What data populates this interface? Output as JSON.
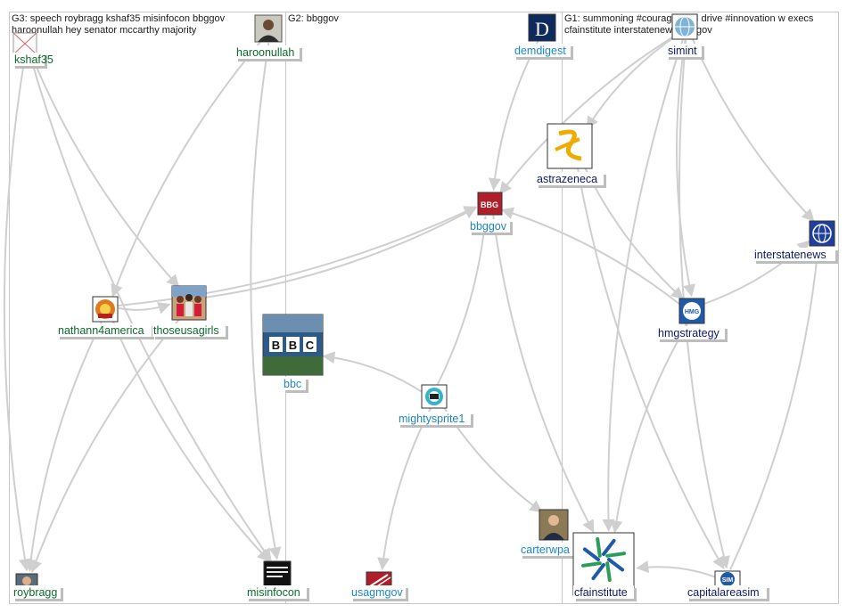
{
  "groups": [
    {
      "id": "g3",
      "label_lines": [
        "G3: speech roybragg kshaf35 misinfocon bbggov",
        "haroonullah hey senator mccarthy majority"
      ]
    },
    {
      "id": "g2",
      "label_lines": [
        "G2: bbggov"
      ]
    },
    {
      "id": "g1",
      "label_lines": [
        "G1: summoning #courage lead drive #innovation w execs",
        "cfainstitute interstatenews bbggov"
      ]
    }
  ],
  "colors": {
    "g1_label": "#0d1a66",
    "g2_label": "#1a86c8",
    "g3_label": "#0b6b28",
    "edge": "#cfcfcf"
  },
  "nodes": [
    {
      "id": "kshaf35",
      "label": "kshaf35",
      "group": "g3",
      "icon": "broken-image-icon"
    },
    {
      "id": "haroonullah",
      "label": "haroonullah",
      "group": "g3",
      "icon": "profile-photo-icon"
    },
    {
      "id": "nathann4america",
      "label": "nathann4america",
      "group": "g3",
      "icon": "seal-logo-icon"
    },
    {
      "id": "thoseusagirls",
      "label": "thoseusagirls",
      "group": "g3",
      "icon": "group-photo-icon"
    },
    {
      "id": "roybragg",
      "label": "roybragg",
      "group": "g3",
      "icon": "profile-photo-icon"
    },
    {
      "id": "misinfocon",
      "label": "misinfocon",
      "group": "g3",
      "icon": "misinfocon-logo-icon"
    },
    {
      "id": "demdigest",
      "label": "demdigest",
      "group": "g2",
      "icon": "d-logo-icon"
    },
    {
      "id": "bbggov",
      "label": "bbggov",
      "group": "g2",
      "icon": "bbg-logo-icon"
    },
    {
      "id": "bbc",
      "label": "bbc",
      "group": "g2",
      "icon": "bbc-logo-icon"
    },
    {
      "id": "mightysprite1",
      "label": "mightysprite1",
      "group": "g2",
      "icon": "cartoon-avatar-icon"
    },
    {
      "id": "carterwpa",
      "label": "carterwpa",
      "group": "g2",
      "icon": "profile-photo-icon"
    },
    {
      "id": "usagmgov",
      "label": "usagmgov",
      "group": "g2",
      "icon": "usagm-logo-icon"
    },
    {
      "id": "simint",
      "label": "simint",
      "group": "g1",
      "icon": "globe-logo-icon"
    },
    {
      "id": "astrazeneca",
      "label": "astrazeneca",
      "group": "g1",
      "icon": "astrazeneca-logo-icon"
    },
    {
      "id": "interstatenews",
      "label": "interstatenews",
      "group": "g1",
      "icon": "globe-grid-logo-icon"
    },
    {
      "id": "hmgstrategy",
      "label": "hmgstrategy",
      "group": "g1",
      "icon": "hmg-logo-icon"
    },
    {
      "id": "cfainstitute",
      "label": "cfainstitute",
      "group": "g1",
      "icon": "cfa-logo-icon"
    },
    {
      "id": "capitalareasim",
      "label": "capitalareasim",
      "group": "g1",
      "icon": "sim-logo-icon"
    }
  ],
  "edges": [
    {
      "from": "kshaf35",
      "to": "roybragg"
    },
    {
      "from": "kshaf35",
      "to": "misinfocon"
    },
    {
      "from": "kshaf35",
      "to": "thoseusagirls"
    },
    {
      "from": "haroonullah",
      "to": "misinfocon"
    },
    {
      "from": "haroonullah",
      "to": "nathann4america"
    },
    {
      "from": "nathann4america",
      "to": "bbggov"
    },
    {
      "from": "nathann4america",
      "to": "thoseusagirls"
    },
    {
      "from": "nathann4america",
      "to": "roybragg"
    },
    {
      "from": "nathann4america",
      "to": "misinfocon"
    },
    {
      "from": "thoseusagirls",
      "to": "bbggov"
    },
    {
      "from": "thoseusagirls",
      "to": "roybragg"
    },
    {
      "from": "demdigest",
      "to": "bbggov"
    },
    {
      "from": "mightysprite1",
      "to": "bbc"
    },
    {
      "from": "mightysprite1",
      "to": "bbggov"
    },
    {
      "from": "mightysprite1",
      "to": "usagmgov"
    },
    {
      "from": "mightysprite1",
      "to": "carterwpa"
    },
    {
      "from": "simint",
      "to": "bbggov"
    },
    {
      "from": "simint",
      "to": "astrazeneca"
    },
    {
      "from": "simint",
      "to": "interstatenews"
    },
    {
      "from": "simint",
      "to": "hmgstrategy"
    },
    {
      "from": "simint",
      "to": "cfainstitute"
    },
    {
      "from": "simint",
      "to": "capitalareasim"
    },
    {
      "from": "astrazeneca",
      "to": "hmgstrategy"
    },
    {
      "from": "astrazeneca",
      "to": "capitalareasim"
    },
    {
      "from": "hmgstrategy",
      "to": "bbggov"
    },
    {
      "from": "hmgstrategy",
      "to": "interstatenews"
    },
    {
      "from": "hmgstrategy",
      "to": "cfainstitute"
    },
    {
      "from": "capitalareasim",
      "to": "cfainstitute"
    },
    {
      "from": "capitalareasim",
      "to": "interstatenews"
    },
    {
      "from": "bbggov",
      "to": "cfainstitute"
    }
  ]
}
